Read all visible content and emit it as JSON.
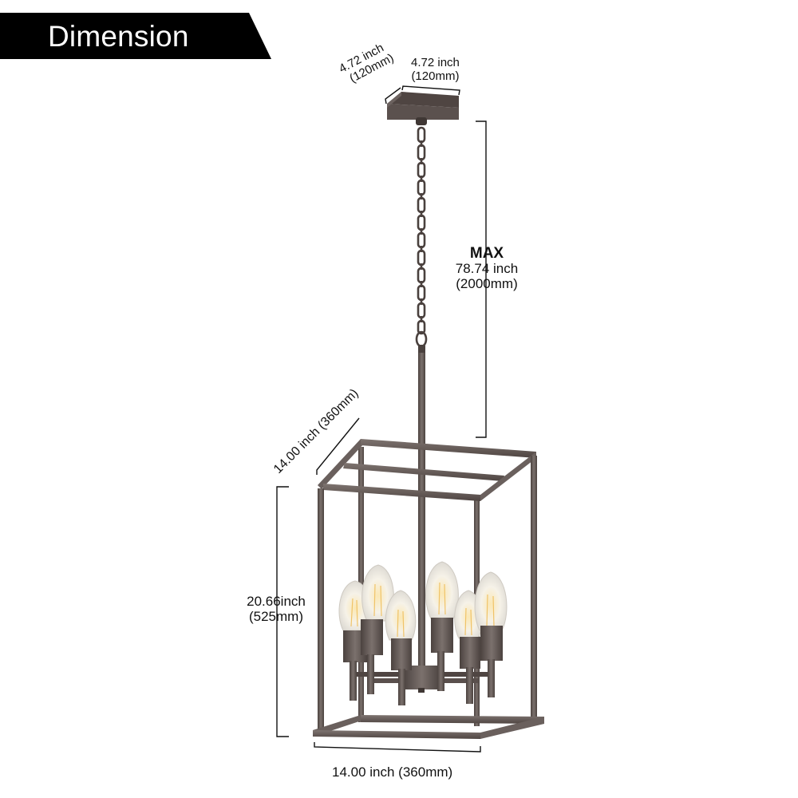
{
  "banner": {
    "title": "Dimension"
  },
  "dimensions": {
    "canopy_depth": {
      "inch": "4.72 inch",
      "mm": "(120mm)"
    },
    "canopy_width": {
      "inch": "4.72 inch",
      "mm": "(120mm)"
    },
    "max_height": {
      "label": "MAX",
      "inch": "78.74 inch",
      "mm": "(2000mm)"
    },
    "cage_depth": {
      "text": "14.00 inch (360mm)"
    },
    "cage_height": {
      "inch": "20.66inch",
      "mm": "(525mm)"
    },
    "cage_width": {
      "text": "14.00 inch (360mm)"
    }
  },
  "product": {
    "name": "6-light cage pendant chandelier",
    "bulb_count": 6,
    "colors": {
      "metal": "#5a4f4c",
      "metal_light": "#7a6f6c",
      "bulb_glass": "#f4f1ea",
      "filament": "#f3c46a",
      "dimension_line": "#111111"
    }
  }
}
